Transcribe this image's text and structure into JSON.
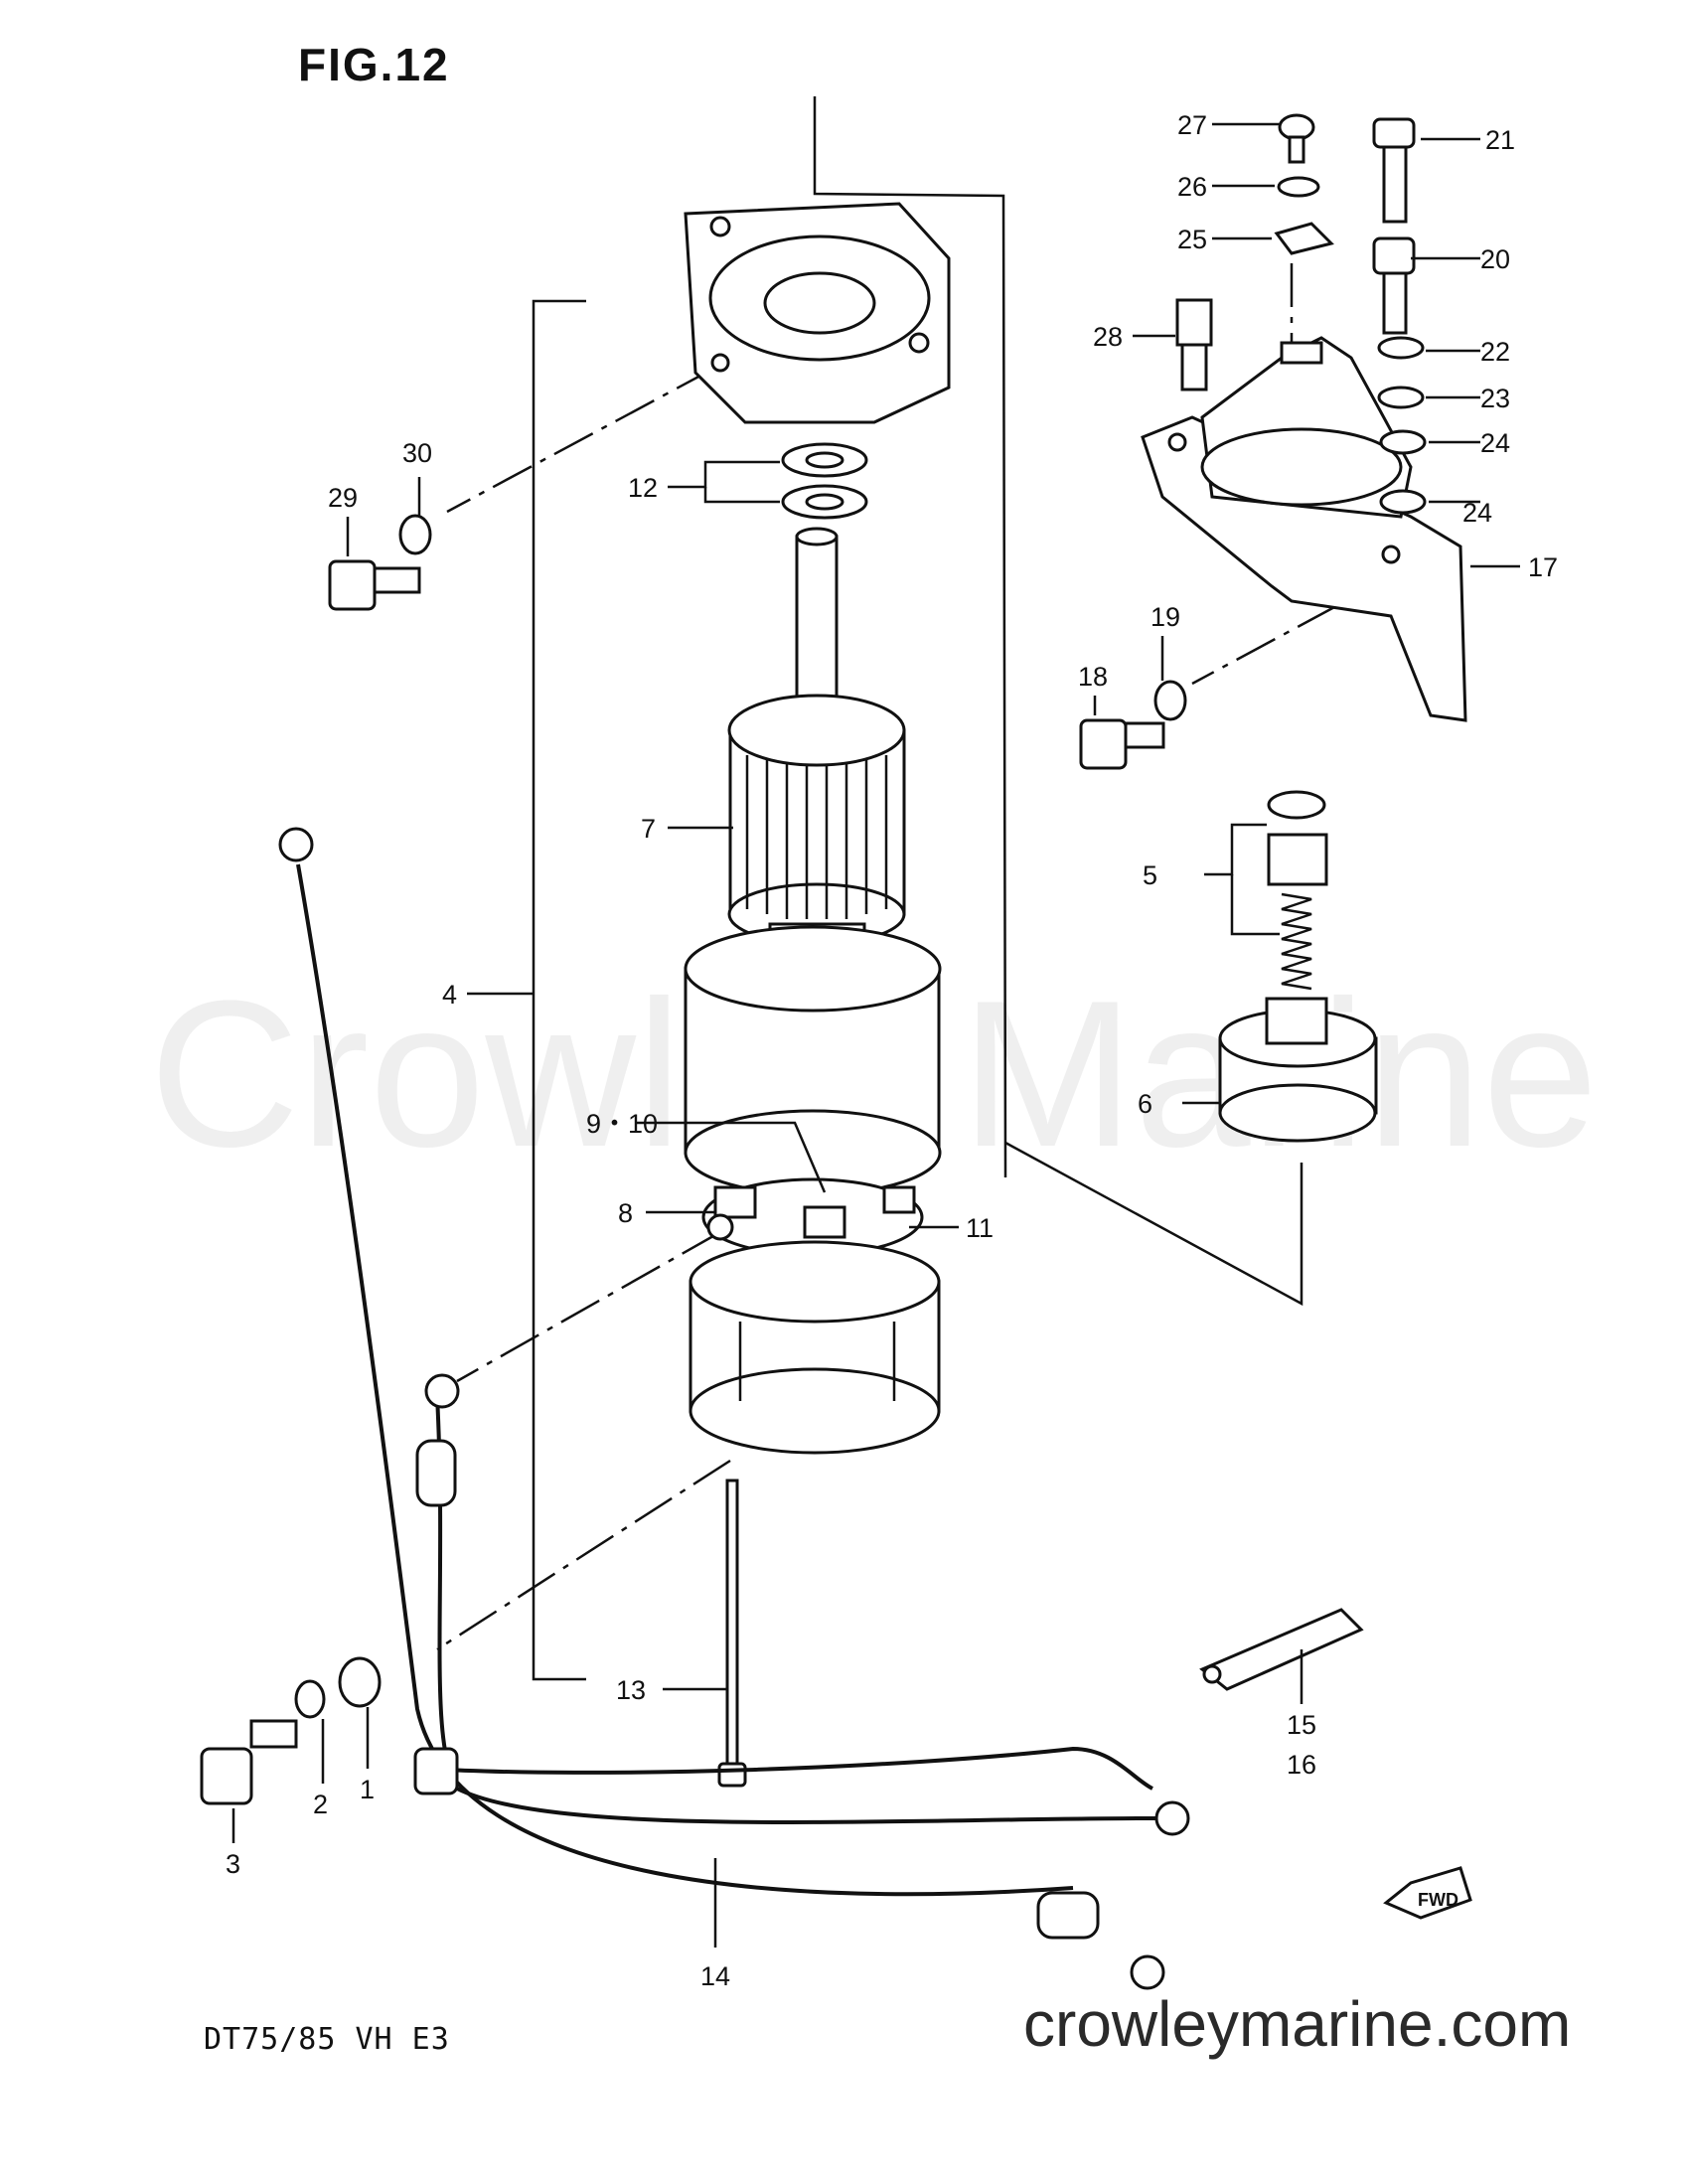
{
  "figure": {
    "title": "FIG.12",
    "model": "DT75/85 VH E3",
    "watermark": "Crowley Marine",
    "website": "crowleymarine.com",
    "fwd_label": "FWD"
  },
  "callouts": [
    {
      "id": "c1",
      "label": "1"
    },
    {
      "id": "c2",
      "label": "2"
    },
    {
      "id": "c3",
      "label": "3"
    },
    {
      "id": "c4",
      "label": "4"
    },
    {
      "id": "c5",
      "label": "5"
    },
    {
      "id": "c6",
      "label": "6"
    },
    {
      "id": "c7",
      "label": "7"
    },
    {
      "id": "c8",
      "label": "8"
    },
    {
      "id": "c9",
      "label": "9・10"
    },
    {
      "id": "c11",
      "label": "11"
    },
    {
      "id": "c12",
      "label": "12"
    },
    {
      "id": "c13",
      "label": "13"
    },
    {
      "id": "c14",
      "label": "14"
    },
    {
      "id": "c15",
      "label": "15"
    },
    {
      "id": "c16",
      "label": "16"
    },
    {
      "id": "c17",
      "label": "17"
    },
    {
      "id": "c18",
      "label": "18"
    },
    {
      "id": "c19",
      "label": "19"
    },
    {
      "id": "c20",
      "label": "20"
    },
    {
      "id": "c21",
      "label": "21"
    },
    {
      "id": "c22",
      "label": "22"
    },
    {
      "id": "c23",
      "label": "23"
    },
    {
      "id": "c24a",
      "label": "24"
    },
    {
      "id": "c24b",
      "label": "24"
    },
    {
      "id": "c25",
      "label": "25"
    },
    {
      "id": "c26",
      "label": "26"
    },
    {
      "id": "c27",
      "label": "27"
    },
    {
      "id": "c28",
      "label": "28"
    },
    {
      "id": "c29",
      "label": "29"
    },
    {
      "id": "c30",
      "label": "30"
    }
  ]
}
